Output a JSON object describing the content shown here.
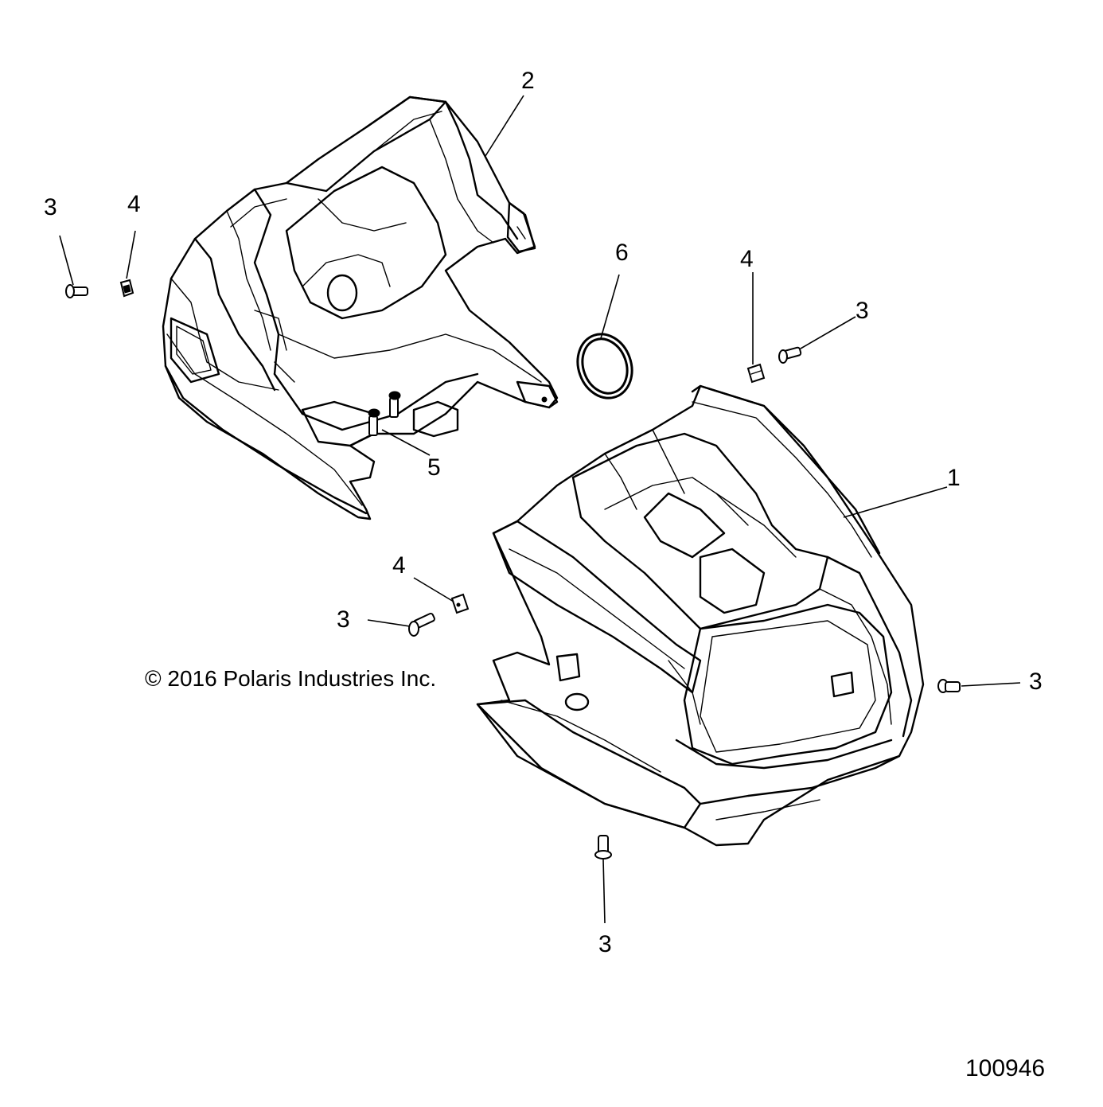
{
  "callouts": {
    "p1": "1",
    "p2": "2",
    "p3_top_left": "3",
    "p4_top_left": "4",
    "p6": "6",
    "p4_top_right": "4",
    "p3_top_right": "3",
    "p5": "5",
    "p4_mid": "4",
    "p3_mid": "3",
    "p3_right": "3",
    "p3_bottom": "3"
  },
  "copyright": "© 2016 Polaris Industries Inc.",
  "figure_number": "100946"
}
